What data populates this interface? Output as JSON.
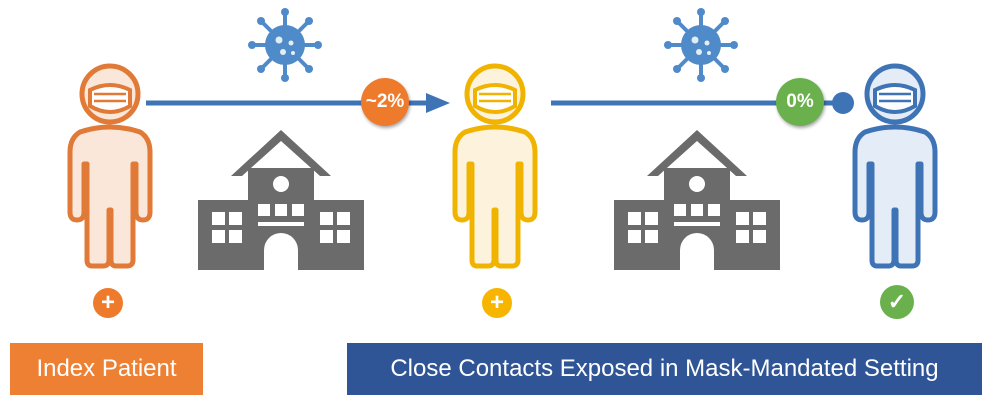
{
  "colors": {
    "index": "#e07a36",
    "contact_positive": "#f0b400",
    "contact_negative": "#3e74b5",
    "arrow": "#3e74b5",
    "virus": "#4f8ac9",
    "building": "#6b6b6b",
    "badge_orange": "#ee7a2c",
    "badge_green": "#6ab04c",
    "label_index_bg": "#ee8033",
    "label_contacts_bg": "#2f5597"
  },
  "transmission_badges": {
    "first": "~2%",
    "second": "0%"
  },
  "status_icons": {
    "index": {
      "icon": "plus-icon",
      "glyph": "+"
    },
    "contact_positive": {
      "icon": "plus-icon",
      "glyph": "+"
    },
    "contact_negative": {
      "icon": "check-icon",
      "glyph": "✓"
    }
  },
  "labels": {
    "index_patient": "Index Patient",
    "close_contacts": "Close Contacts Exposed in Mask-Mandated Setting"
  }
}
